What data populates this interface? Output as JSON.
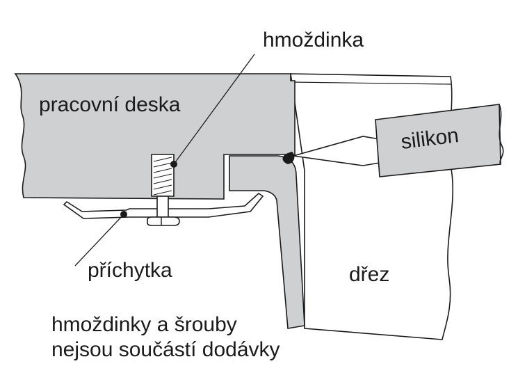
{
  "labels": {
    "dowel": "hmoždinka",
    "worktop": "pracovní deska",
    "silicone": "silikon",
    "clip": "příchytka",
    "sink": "dřez",
    "note_line1": "hmoždinky a šrouby",
    "note_line2": "nejsou součástí dodávky"
  },
  "colors": {
    "worktop_fill": "#cfd0d2",
    "outline": "#1a1a1a",
    "background": "#ffffff",
    "seal": "#1a1a1a"
  }
}
